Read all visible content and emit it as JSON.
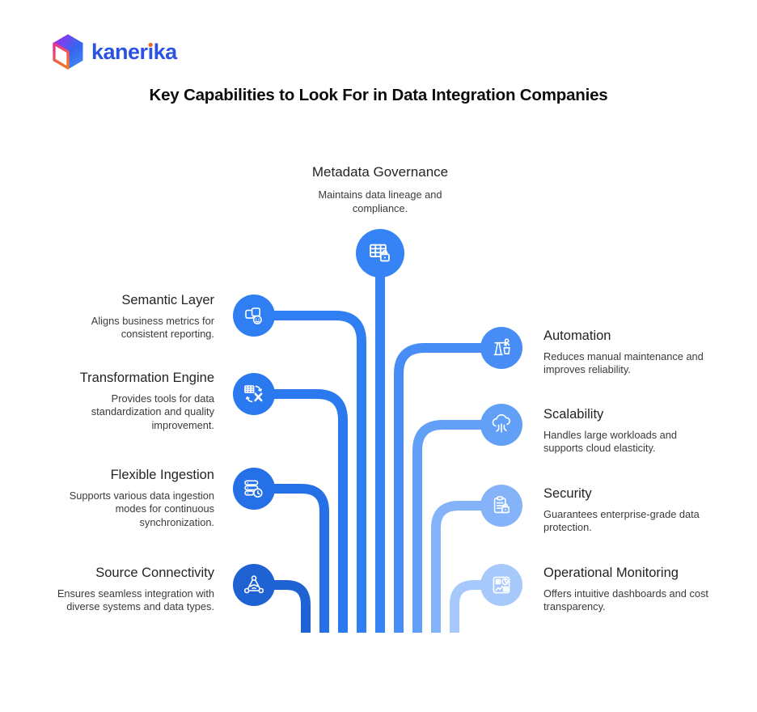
{
  "logo": {
    "brand_text": "kanerika",
    "text_prefix": "kaner",
    "text_dotless_i": "ı",
    "text_suffix": "ka",
    "text_color": "#2a53e3",
    "dot_color": "#f4621f",
    "cube_top_from": "#a428e8",
    "cube_top_to": "#2f6bf0",
    "cube_right_from": "#2f56ec",
    "cube_right_to": "#3f82f4",
    "cube_left_from": "#e0309a",
    "cube_left_to": "#f4742e"
  },
  "heading": {
    "text": "Key Capabilities to Look For in Data Integration Companies"
  },
  "center_node": {
    "title": "Metadata Governance",
    "description": "Maintains data lineage and compliance.",
    "color": "#3583f5",
    "icon": "table-lock-icon"
  },
  "left_nodes": [
    {
      "title": "Semantic Layer",
      "description": "Aligns business metrics for consistent reporting.",
      "color": "#2f7ff3",
      "icon": "puzzle-smiley-icon"
    },
    {
      "title": "Transformation Engine",
      "description": "Provides tools for data standardization and quality improvement.",
      "color": "#2b79ee",
      "icon": "table-transform-icon"
    },
    {
      "title": "Flexible Ingestion",
      "description": "Supports various data ingestion modes for continuous synchronization.",
      "color": "#2570e7",
      "icon": "server-clock-icon"
    },
    {
      "title": "Source Connectivity",
      "description": "Ensures seamless integration with diverse systems and data types.",
      "color": "#1e62d4",
      "icon": "network-nodes-icon"
    }
  ],
  "right_nodes": [
    {
      "title": "Automation",
      "description": "Reduces manual maintenance and improves reliability.",
      "color": "#478df5",
      "icon": "robotic-arm-icon"
    },
    {
      "title": "Scalability",
      "description": "Handles large workloads and supports cloud elasticity.",
      "color": "#62a0f7",
      "icon": "cloud-circuit-icon"
    },
    {
      "title": "Security",
      "description": "Guarantees enterprise-grade data protection.",
      "color": "#84b3f9",
      "icon": "clipboard-lock-icon"
    },
    {
      "title": "Operational Monitoring",
      "description": "Offers intuitive dashboards and cost transparency.",
      "color": "#a6c8fb",
      "icon": "dashboard-charts-icon"
    }
  ]
}
